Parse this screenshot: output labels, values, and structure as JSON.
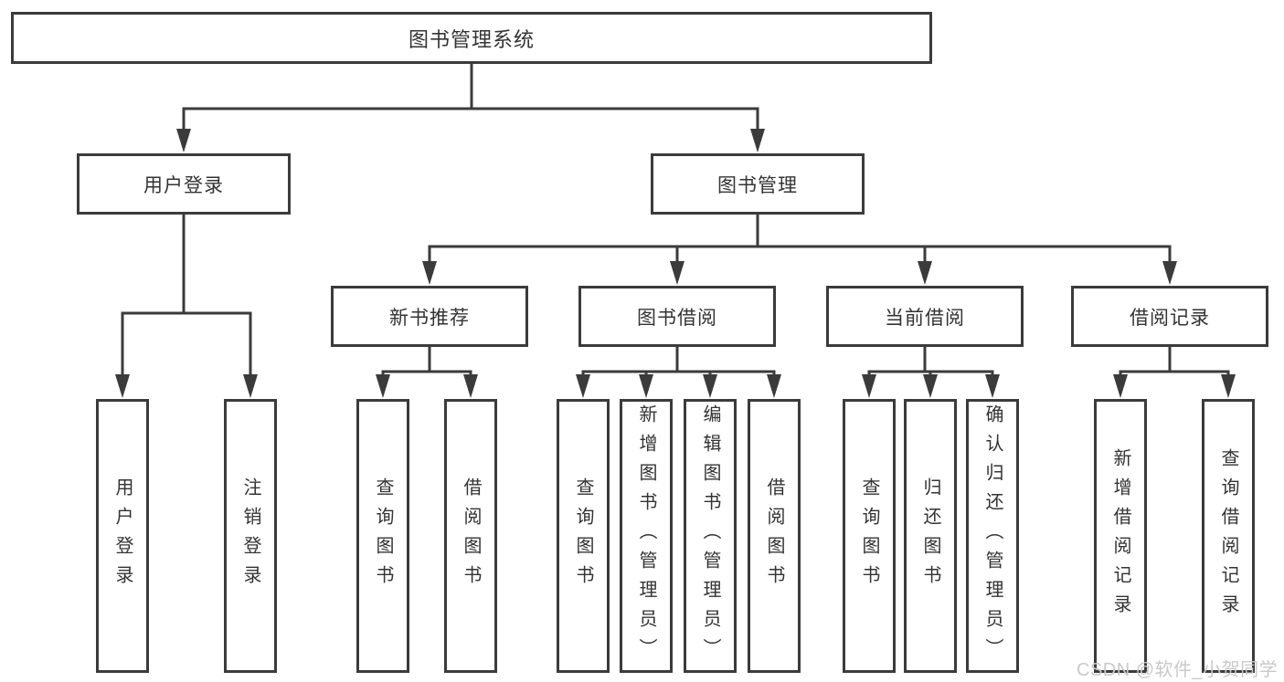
{
  "nodes": {
    "root": {
      "label": "图书管理系统"
    },
    "user_login": {
      "label": "用户登录"
    },
    "book_management": {
      "label": "图书管理"
    },
    "new_book_rec": {
      "label": "新书推荐"
    },
    "book_borrowing": {
      "label": "图书借阅"
    },
    "current_borrow": {
      "label": "当前借阅"
    },
    "borrow_records": {
      "label": "借阅记录"
    },
    "ul_login": {
      "label": "用户登录"
    },
    "ul_logout": {
      "label": "注销登录"
    },
    "nbr_query": {
      "label": "查询图书"
    },
    "nbr_borrow": {
      "label": "借阅图书"
    },
    "bb_query": {
      "label": "查询图书"
    },
    "bb_add": {
      "label": "新增图书（管理员）"
    },
    "bb_edit": {
      "label": "编辑图书（管理员）"
    },
    "bb_borrow": {
      "label": "借阅图书"
    },
    "cb_query": {
      "label": "查询图书"
    },
    "cb_return": {
      "label": "归还图书"
    },
    "cb_confirm": {
      "label": "确认归还（管理员）"
    },
    "br_add": {
      "label": "新增借阅记录"
    },
    "br_query": {
      "label": "查询借阅记录"
    }
  },
  "hierarchy": {
    "图书管理系统": [
      "用户登录",
      "图书管理"
    ],
    "用户登录": [
      "用户登录",
      "注销登录"
    ],
    "图书管理": [
      "新书推荐",
      "图书借阅",
      "当前借阅",
      "借阅记录"
    ],
    "新书推荐": [
      "查询图书",
      "借阅图书"
    ],
    "图书借阅": [
      "查询图书",
      "新增图书（管理员）",
      "编辑图书（管理员）",
      "借阅图书"
    ],
    "当前借阅": [
      "查询图书",
      "归还图书",
      "确认归还（管理员）"
    ],
    "借阅记录": [
      "新增借阅记录",
      "查询借阅记录"
    ]
  },
  "watermark": {
    "text": "CSDN @软件_小贺同学",
    "color": "#c9c9c9"
  },
  "colors": {
    "line": "#3b3b3b",
    "box_border": "#3b3b3b",
    "text": "#333333",
    "background": "#ffffff"
  }
}
